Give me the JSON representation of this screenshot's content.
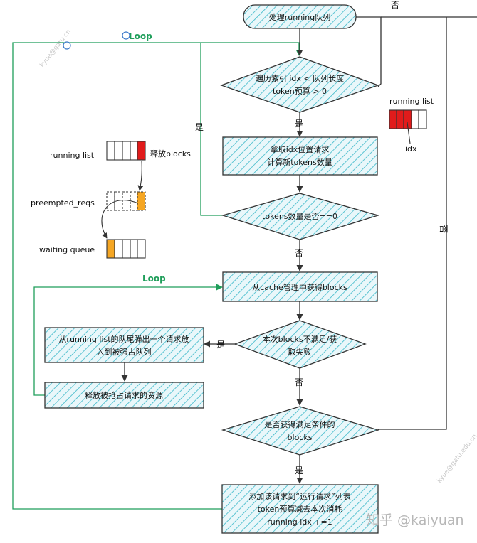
{
  "colors": {
    "hatch_line": "#3ab8c9",
    "node_fill": "#e9f7fa",
    "node_stroke": "#333333",
    "green": "#1f9e5a",
    "red": "#e11b1b",
    "orange": "#f5a623",
    "arrow": "#333333"
  },
  "nodes": {
    "start": "处理running队列",
    "loop_check": [
      "遍历索引 idx < 队列长度",
      "token预算 > 0"
    ],
    "fetch_req": [
      "拿取idx位置请求",
      "计算新tokens数量"
    ],
    "tokens_zero": "tokens数量是否==0",
    "get_blocks": "从cache管理中获得blocks",
    "blocks_fail": [
      "本次blocks不满足/获",
      "取失败"
    ],
    "pop_tail": [
      "从running list的队尾弹出一个请求放",
      "入到被强占队列"
    ],
    "release": "释放被抢占请求的资源",
    "got_blocks": [
      "是否获得满足条件的",
      "blocks"
    ],
    "add_run": [
      "添加该请求到“运行请求”列表",
      "token预算减去本次消耗",
      "running idx +=1"
    ]
  },
  "edge_labels": {
    "no_top": "否",
    "yes_1": "是",
    "yes_left": "是",
    "no_tokens": "否",
    "yes_pop": "是",
    "no_fail": "否",
    "no_right": "否",
    "yes_add": "是"
  },
  "loops": {
    "outer": "Loop",
    "inner": "Loop"
  },
  "side": {
    "running_list": "running list",
    "release_blocks": "释放blocks",
    "preempted": "preempted_reqs",
    "waiting": "waiting queue",
    "running_list_right": "running list",
    "idx": "idx"
  },
  "watermarks": {
    "wm1": "kyue@gatu.cn",
    "wm2": "kyue@gatu.edu.cn",
    "brand": "知乎 @kaiyuan"
  }
}
